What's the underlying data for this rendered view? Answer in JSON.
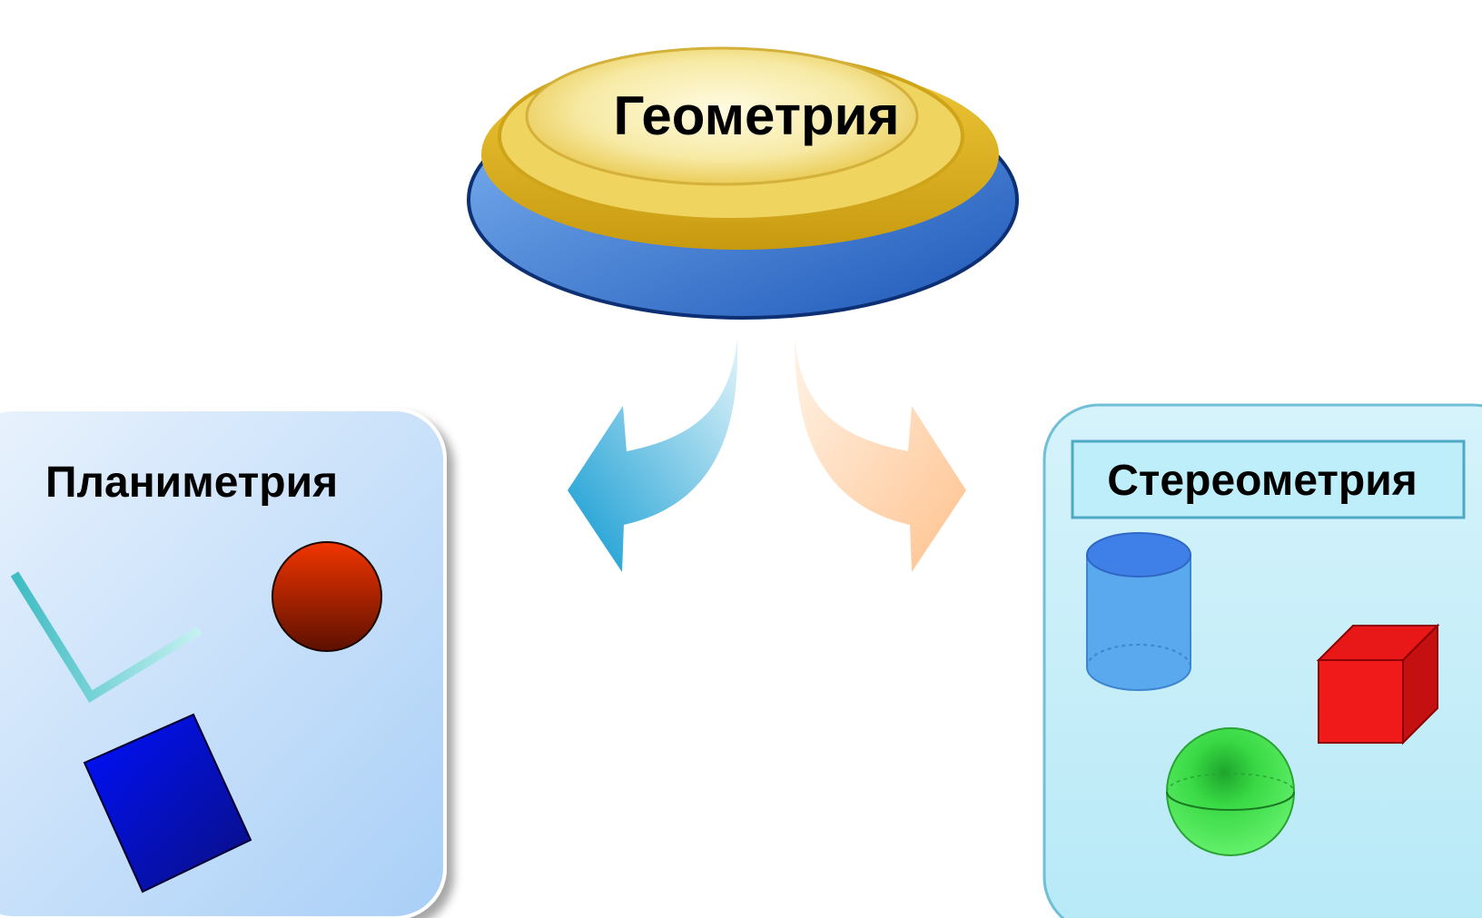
{
  "diagram": {
    "root": {
      "label": "Геометрия"
    },
    "branches": [
      {
        "label": "Планиметрия"
      },
      {
        "label": "Стереометрия"
      }
    ]
  },
  "colors": {
    "root_top": "#f3d35a",
    "root_rim": "#d9ae17",
    "root_base": "#3f7fd4",
    "left_panel": "#cfe3fb",
    "right_panel": "#c2ecf8",
    "arrow_left": "#22a5d6",
    "arrow_right": "#ffc89a",
    "circle_red": "#c42a00",
    "square_blue": "#0a17c6",
    "line_teal": "#4fc4c9",
    "cylinder_blue": "#4f9bef",
    "cube_red": "#e61414",
    "sphere_green": "#3fe04a"
  },
  "icons": [
    "angle-icon",
    "circle-icon",
    "square-icon",
    "cylinder-icon",
    "cube-icon",
    "sphere-icon"
  ]
}
